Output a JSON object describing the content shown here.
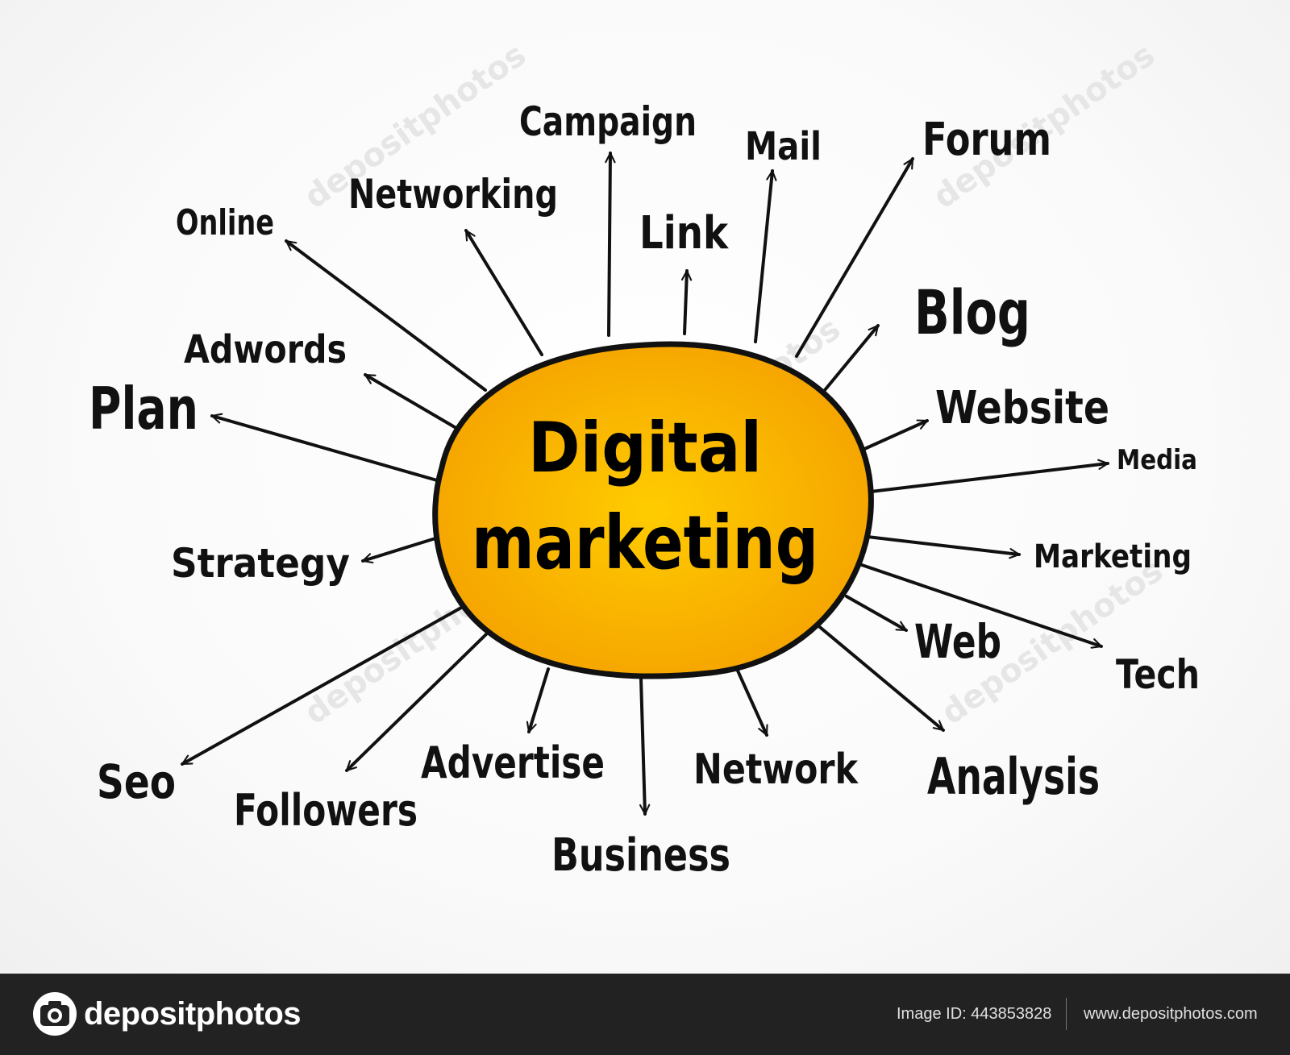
{
  "center": {
    "line1": "Digital",
    "line2": "marketing",
    "fill_inner": "#ffcc00",
    "fill_outer": "#f5a300"
  },
  "nodes": [
    {
      "key": "campaign",
      "label": "Campaign"
    },
    {
      "key": "mail",
      "label": "Mail"
    },
    {
      "key": "forum",
      "label": "Forum"
    },
    {
      "key": "networking",
      "label": "Networking"
    },
    {
      "key": "online",
      "label": "Online"
    },
    {
      "key": "link",
      "label": "Link"
    },
    {
      "key": "blog",
      "label": "Blog"
    },
    {
      "key": "adwords",
      "label": "Adwords"
    },
    {
      "key": "plan",
      "label": "Plan"
    },
    {
      "key": "website",
      "label": "Website"
    },
    {
      "key": "media",
      "label": "Media"
    },
    {
      "key": "strategy",
      "label": "Strategy"
    },
    {
      "key": "marketing",
      "label": "Marketing"
    },
    {
      "key": "web",
      "label": "Web"
    },
    {
      "key": "tech",
      "label": "Tech"
    },
    {
      "key": "seo",
      "label": "Seo"
    },
    {
      "key": "followers",
      "label": "Followers"
    },
    {
      "key": "advertise",
      "label": "Advertise"
    },
    {
      "key": "network",
      "label": "Network"
    },
    {
      "key": "analysis",
      "label": "Analysis"
    },
    {
      "key": "business",
      "label": "Business"
    }
  ],
  "watermark": "depositphotos",
  "footer": {
    "brand": "depositphotos",
    "image_id": "Image ID: 443853828",
    "site": "www.depositphotos.com"
  }
}
